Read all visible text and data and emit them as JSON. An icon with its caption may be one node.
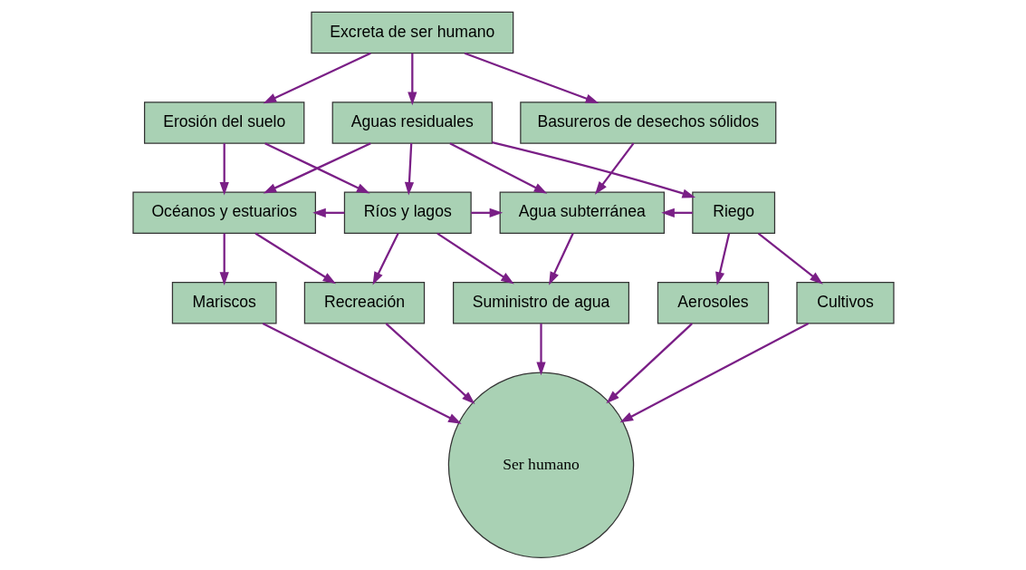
{
  "diagram": {
    "nodes": [
      {
        "text": [
          "Excreta de ser humano"
        ]
      },
      {
        "text": [
          "Erosión del suelo"
        ]
      },
      {
        "text": [
          "Aguas residuales"
        ]
      },
      {
        "text": [
          "Basureros de desechos sólidos"
        ]
      },
      {
        "text": [
          "Océanos y estuarios"
        ]
      },
      {
        "text": [
          "Ríos y lagos"
        ]
      },
      {
        "text": [
          "Agua subterránea"
        ]
      },
      {
        "text": [
          "Riego"
        ]
      },
      {
        "text": [
          "Mariscos"
        ]
      },
      {
        "text": [
          "Recreación"
        ]
      },
      {
        "text": [
          "Suministro de agua"
        ]
      },
      {
        "text": [
          "Cultivos"
        ]
      },
      {
        "text": [
          "Aerosoles"
        ]
      },
      {
        "text": [
          "Ser humano"
        ]
      }
    ],
    "edges": [
      {
        "from": 0,
        "to": 1,
        "arrow": "to"
      },
      {
        "from": 0,
        "to": 2,
        "arrow": "to"
      },
      {
        "from": 0,
        "to": 3,
        "arrow": "to"
      },
      {
        "from": 1,
        "to": 4,
        "arrow": "to"
      },
      {
        "from": 1,
        "to": 5,
        "arrow": "to"
      },
      {
        "from": 2,
        "to": 5,
        "arrow": "to"
      },
      {
        "from": 2,
        "to": 4,
        "arrow": "to"
      },
      {
        "from": 2,
        "to": 6,
        "arrow": "to"
      },
      {
        "from": 2,
        "to": 7,
        "arrow": "to"
      },
      {
        "from": 3,
        "to": 6,
        "arrow": "to"
      },
      {
        "from": 5,
        "to": 4,
        "arrow": "to"
      },
      {
        "from": 5,
        "to": 6,
        "arrow": "to"
      },
      {
        "from": 7,
        "to": 6,
        "arrow": "to"
      },
      {
        "from": 4,
        "to": 8,
        "arrow": "to"
      },
      {
        "from": 4,
        "to": 9,
        "arrow": "to"
      },
      {
        "from": 5,
        "to": 9,
        "arrow": "to"
      },
      {
        "from": 5,
        "to": 10,
        "arrow": "to"
      },
      {
        "from": 6,
        "to": 10,
        "arrow": "to"
      },
      {
        "from": 7,
        "to": 11,
        "arrow": "to"
      },
      {
        "from": 7,
        "to": 12,
        "arrow": "to"
      },
      {
        "from": 8,
        "to": 13,
        "arrow": "to"
      },
      {
        "from": 9,
        "to": 13,
        "arrow": "to"
      },
      {
        "from": 10,
        "to": 13,
        "arrow": "to"
      },
      {
        "from": 11,
        "to": 13,
        "arrow": "to"
      },
      {
        "from": 12,
        "to": 13,
        "arrow": "to"
      }
    ]
  }
}
